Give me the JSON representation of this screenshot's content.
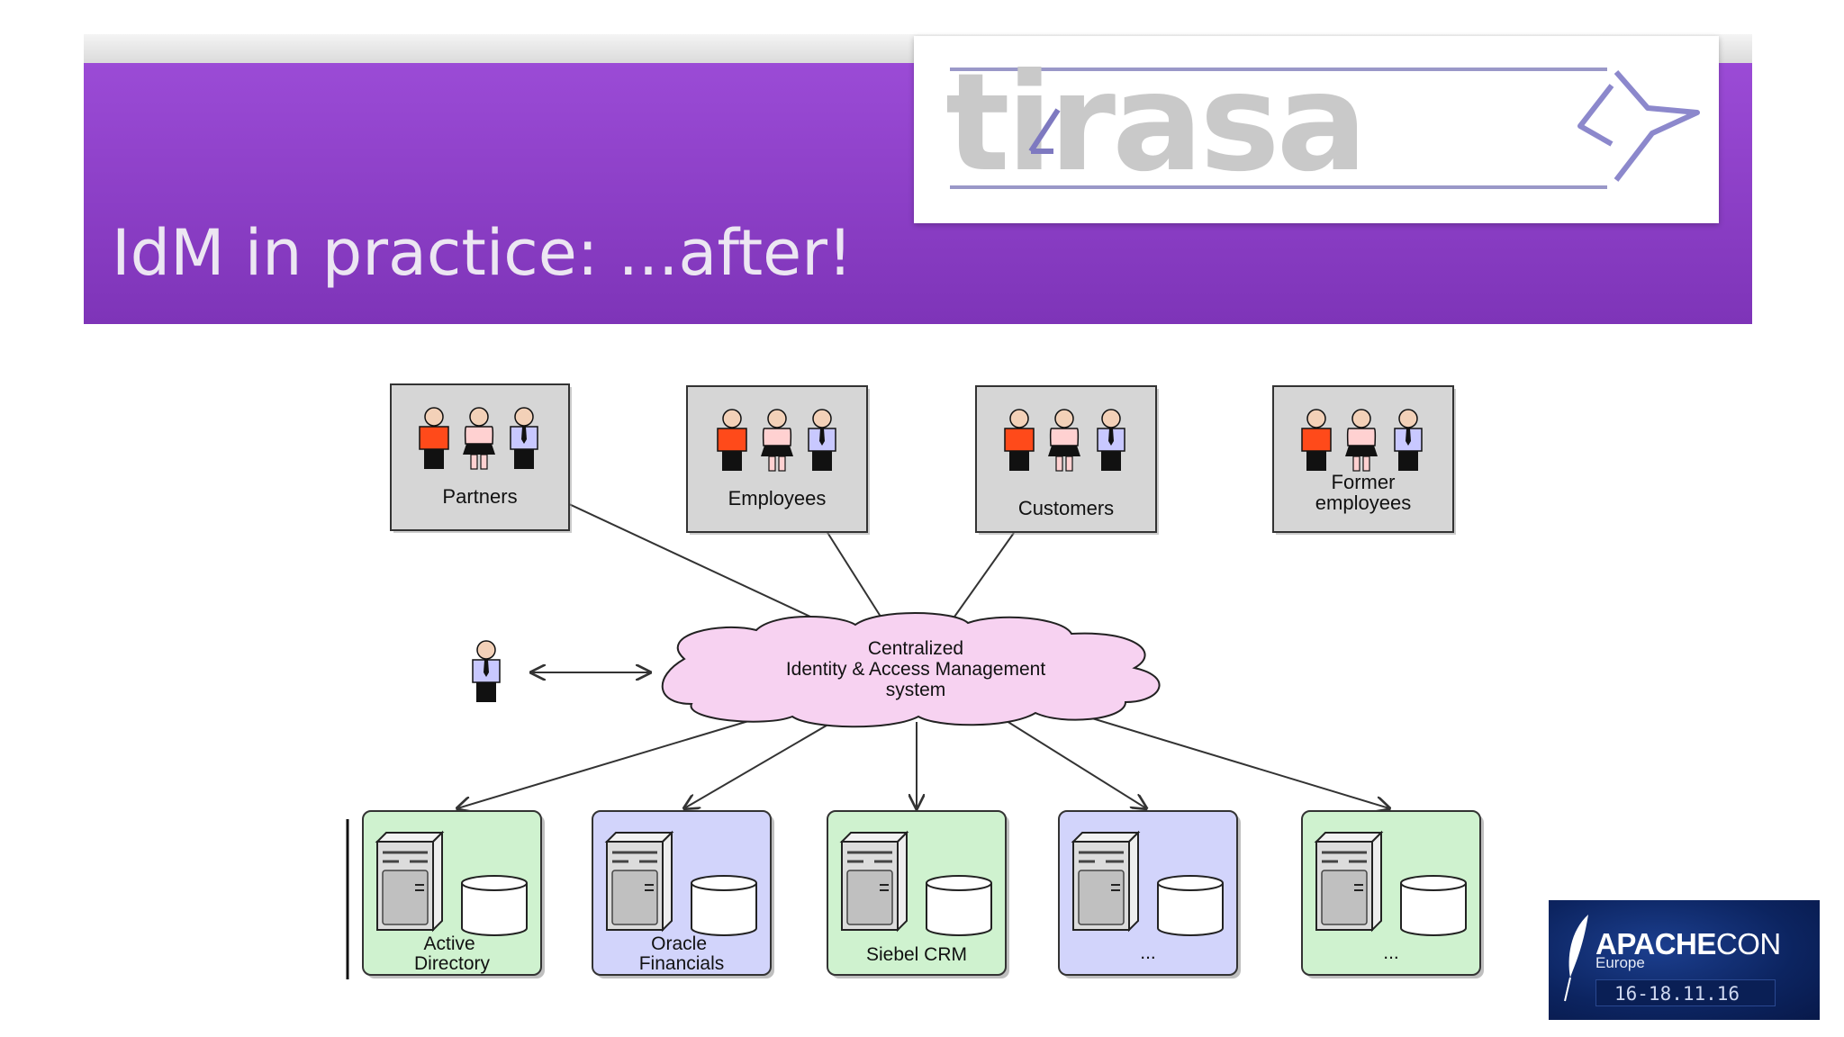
{
  "slide": {
    "title": "IdM in practice: ...after!",
    "logo_text": "tirasa",
    "colors": {
      "header": "#8a3dc4",
      "title_text": "#ece6f2",
      "user_box": "#d4d4d4",
      "cloud": "#f7d2f1",
      "system_green": "#cff2cf",
      "system_blue": "#d2d4fb"
    }
  },
  "diagram": {
    "user_groups": [
      "Partners",
      "Employees",
      "Customers",
      "Former employees"
    ],
    "central": [
      "Centralized",
      "Identity & Access Management",
      "system"
    ],
    "systems": [
      {
        "label": "Active Directory",
        "color": "green"
      },
      {
        "label": "Oracle Financials",
        "color": "blue"
      },
      {
        "label": "Siebel CRM",
        "color": "green"
      },
      {
        "label": "...",
        "color": "blue"
      },
      {
        "label": "...",
        "color": "green"
      }
    ]
  },
  "badge": {
    "brand_bold": "APACHE",
    "brand_light": "CON",
    "region": "Europe",
    "dates": "16-18.11.16"
  }
}
